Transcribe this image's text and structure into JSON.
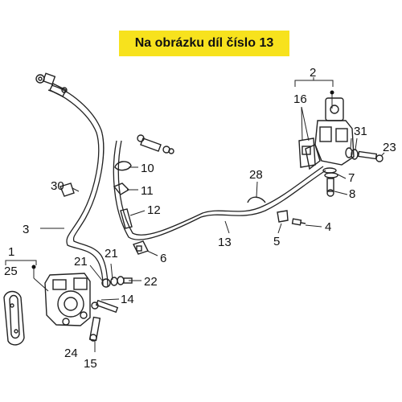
{
  "banner": {
    "text": "Na obrázku díl číslo 13"
  },
  "labels": {
    "l1": "1",
    "l2": "2",
    "l3": "3",
    "l4": "4",
    "l5": "5",
    "l6": "6",
    "l7": "7",
    "l8": "8",
    "l10": "10",
    "l11": "11",
    "l12": "12",
    "l13": "13",
    "l14": "14",
    "l15": "15",
    "l16": "16",
    "l21a": "21",
    "l21b": "21",
    "l22": "22",
    "l23": "23",
    "l24": "24",
    "l25": "25",
    "l28": "28",
    "l30": "30",
    "l31": "31"
  },
  "colors": {
    "banner_bg": "#f7e21d",
    "line": "#222222",
    "text": "#111111"
  }
}
